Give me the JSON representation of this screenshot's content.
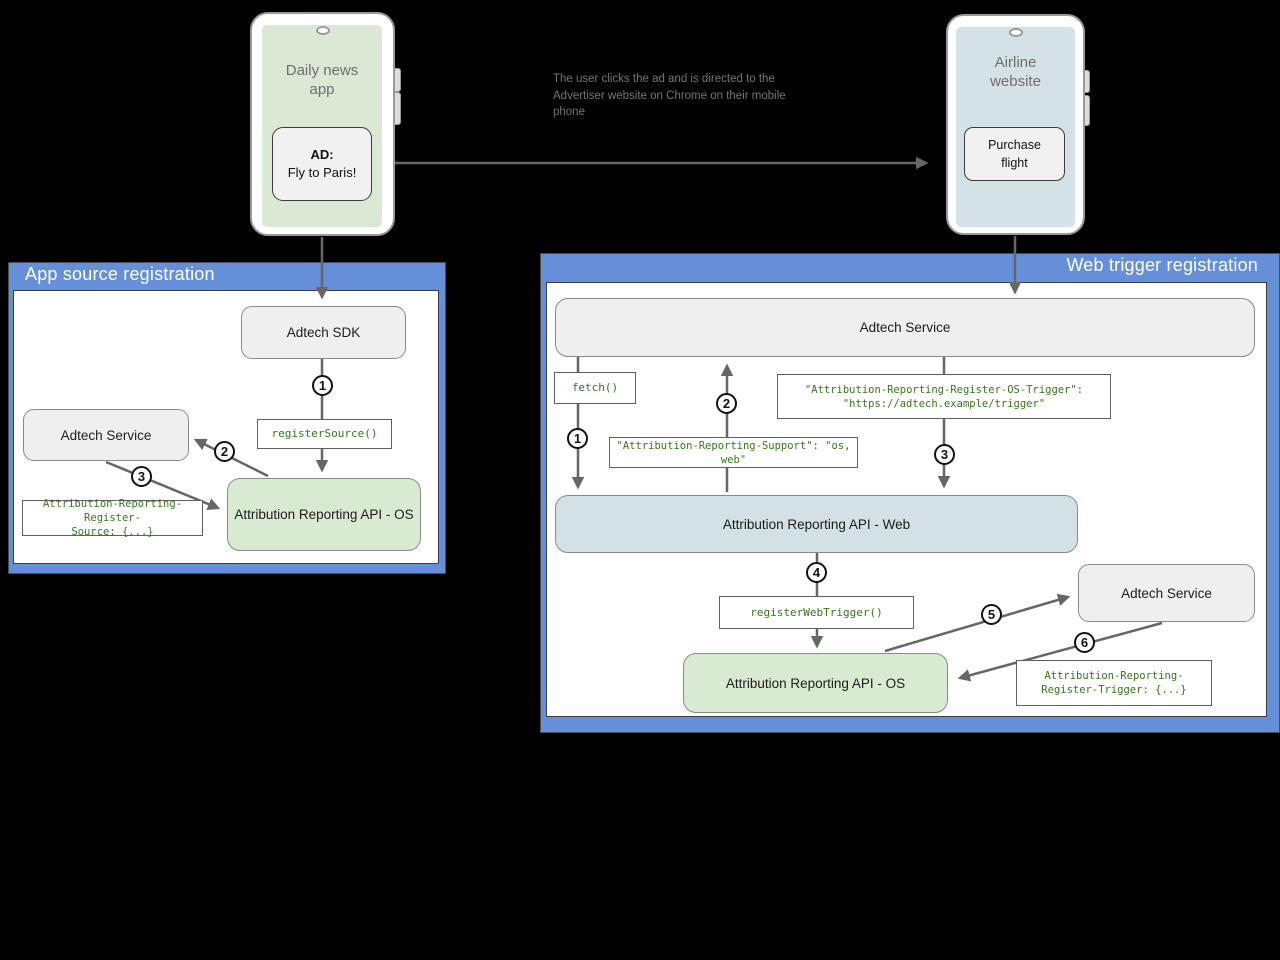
{
  "colors": {
    "background": "#000000",
    "panel_blue": "#6590d9",
    "node_gray": "#efefef",
    "node_green": "#d9ead3",
    "node_blue": "#d3e0e4",
    "phone_screen_green": "#dbe8d4",
    "phone_screen_blue": "#d5e2e5",
    "code_green": "#38761d",
    "arrow_gray": "#666666"
  },
  "phones": {
    "news": {
      "title": "Daily news app",
      "ad_heading": "AD:",
      "ad_text": "Fly to Paris!"
    },
    "airline": {
      "title": "Airline website",
      "button": "Purchase flight"
    }
  },
  "annotation": "The user clicks the ad and is directed to the Advertiser website on Chrome on their mobile phone",
  "app_source_panel": {
    "title": "App source registration",
    "adtech_sdk": "Adtech SDK",
    "register_source_call": "registerSource()",
    "adtech_service": "Adtech Service",
    "api_os": "Attribution Reporting API - OS",
    "register_source_header": "Attribution-Reporting-Register-\nSource: {...}",
    "steps": [
      "1",
      "2",
      "3"
    ]
  },
  "web_trigger_panel": {
    "title": "Web trigger registration",
    "adtech_service_top": "Adtech Service",
    "fetch_call": "fetch()",
    "os_trigger_header": "\"Attribution-Reporting-Register-OS-Trigger\":\n\"https://adtech.example/trigger\"",
    "support_header": "\"Attribution-Reporting-Support\": \"os, web\"",
    "api_web": "Attribution Reporting API - Web",
    "register_web_trigger_call": "registerWebTrigger()",
    "api_os": "Attribution Reporting API - OS",
    "adtech_service_right": "Adtech Service",
    "register_trigger_header": "Attribution-Reporting-\nRegister-Trigger: {...}",
    "steps": [
      "1",
      "2",
      "3",
      "4",
      "5",
      "6"
    ]
  }
}
